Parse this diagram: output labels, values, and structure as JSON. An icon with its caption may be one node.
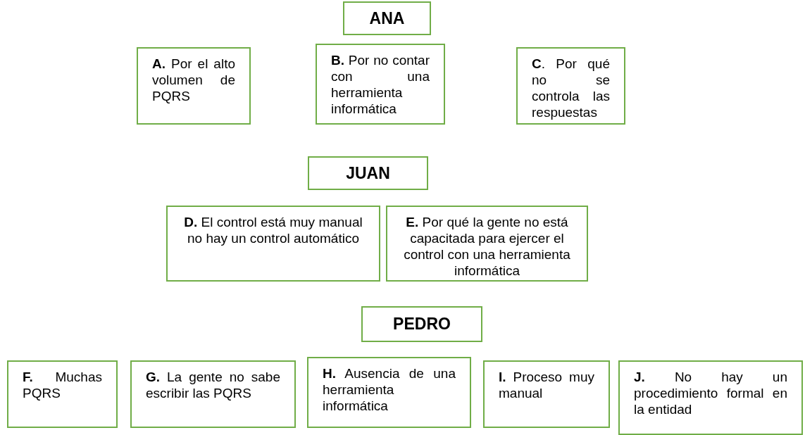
{
  "diagram": {
    "nodes": [
      {
        "text": [
          "ANA"
        ]
      },
      {
        "text": [
          "**A.** Por el alto volumen de PQRS"
        ]
      },
      {
        "text": [
          "**B.** Por no contar con una herramienta informática"
        ]
      },
      {
        "text": [
          "**C**. Por qué no se controla las respuestas"
        ]
      },
      {
        "text": [
          "JUAN"
        ]
      },
      {
        "text": [
          "**D.** El control está muy manual no hay un control automático"
        ]
      },
      {
        "text": [
          "**E.** Por qué la gente no está capacitada para ejercer el control con una herramienta informática"
        ]
      },
      {
        "text": [
          "PEDRO"
        ]
      },
      {
        "text": [
          "**F.** Muchas PQRS"
        ]
      },
      {
        "text": [
          "**G.** La gente no sabe escribir las PQRS"
        ]
      },
      {
        "text": [
          "**H.** Ausencia de una herramienta informática"
        ]
      },
      {
        "text": [
          "**I.** Proceso muy manual"
        ]
      },
      {
        "text": [
          "**J.** No hay un procedimiento formal en la entidad"
        ]
      }
    ]
  }
}
